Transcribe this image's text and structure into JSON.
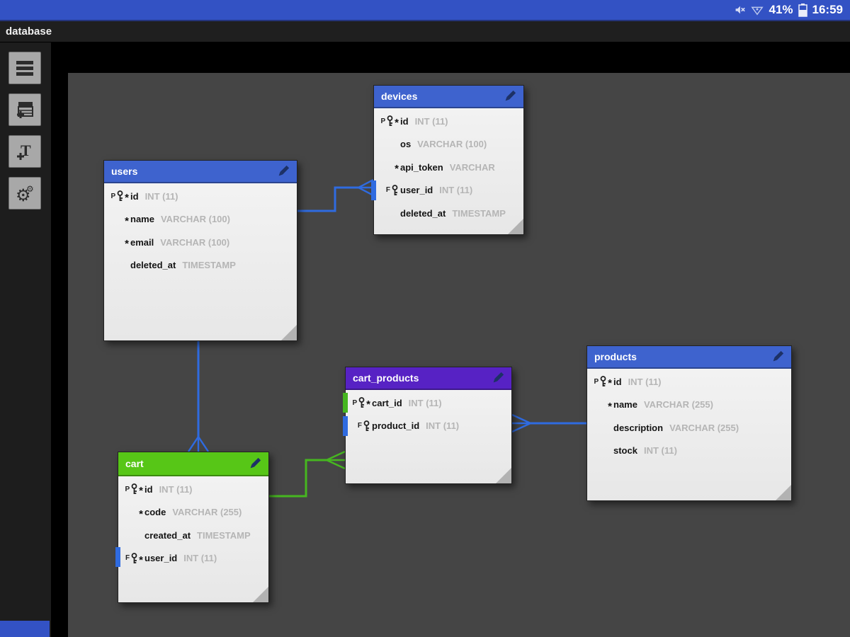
{
  "status_bar": {
    "battery_percent": "41%",
    "time": "16:59",
    "icons": [
      "mute-icon",
      "wifi-icon",
      "battery-icon"
    ]
  },
  "title_bar": {
    "title": "database"
  },
  "sidebar": {
    "buttons": [
      {
        "icon": "menu-icon"
      },
      {
        "icon": "add-table-icon"
      },
      {
        "icon": "add-text-icon"
      },
      {
        "icon": "settings-icon"
      }
    ]
  },
  "colors": {
    "header_blue": "#3e63ce",
    "header_purple": "#5722c4",
    "header_green": "#57c617",
    "line_blue": "#2f6be0",
    "line_green": "#46b620",
    "statusbar_blue": "#3352c4",
    "stub_blue": "#2f6be0",
    "stub_green": "#46b620"
  },
  "canvas": {
    "tables": [
      {
        "name": "users",
        "header_color": "#3e63ce",
        "fields": [
          {
            "letter": "P",
            "key": true,
            "star": true,
            "name": "id",
            "type": "INT (11)"
          },
          {
            "letter": "",
            "key": false,
            "star": true,
            "name": "name",
            "type": "VARCHAR (100)"
          },
          {
            "letter": "",
            "key": false,
            "star": true,
            "name": "email",
            "type": "VARCHAR (100)"
          },
          {
            "letter": "",
            "key": false,
            "star": false,
            "name": "deleted_at",
            "type": "TIMESTAMP"
          }
        ],
        "stubs": []
      },
      {
        "name": "devices",
        "header_color": "#3e63ce",
        "fields": [
          {
            "letter": "P",
            "key": true,
            "star": true,
            "name": "id",
            "type": "INT (11)"
          },
          {
            "letter": "",
            "key": false,
            "star": false,
            "name": "os",
            "type": "VARCHAR (100)"
          },
          {
            "letter": "",
            "key": false,
            "star": true,
            "name": "api_token",
            "type": "VARCHAR"
          },
          {
            "letter": "F",
            "key": true,
            "star": false,
            "name": "user_id",
            "type": "INT (11)"
          },
          {
            "letter": "",
            "key": false,
            "star": false,
            "name": "deleted_at",
            "type": "TIMESTAMP"
          }
        ],
        "stubs": [
          {
            "row": 3,
            "color": "#2f6be0"
          }
        ]
      },
      {
        "name": "cart_products",
        "header_color": "#5722c4",
        "fields": [
          {
            "letter": "P",
            "key": true,
            "star": true,
            "name": "cart_id",
            "type": "INT (11)"
          },
          {
            "letter": "F",
            "key": true,
            "star": false,
            "name": "product_id",
            "type": "INT (11)"
          }
        ],
        "stubs": [
          {
            "row": 0,
            "color": "#46b620"
          },
          {
            "row": 1,
            "color": "#2f6be0"
          }
        ]
      },
      {
        "name": "cart",
        "header_color": "#57c617",
        "fields": [
          {
            "letter": "P",
            "key": true,
            "star": true,
            "name": "id",
            "type": "INT (11)"
          },
          {
            "letter": "",
            "key": false,
            "star": true,
            "name": "code",
            "type": "VARCHAR (255)"
          },
          {
            "letter": "",
            "key": false,
            "star": false,
            "name": "created_at",
            "type": "TIMESTAMP"
          },
          {
            "letter": "F",
            "key": true,
            "star": true,
            "name": "user_id",
            "type": "INT (11)"
          }
        ],
        "stubs": [
          {
            "row": 3,
            "color": "#2f6be0"
          }
        ]
      },
      {
        "name": "products",
        "header_color": "#3e63ce",
        "fields": [
          {
            "letter": "P",
            "key": true,
            "star": true,
            "name": "id",
            "type": "INT (11)"
          },
          {
            "letter": "",
            "key": false,
            "star": true,
            "name": "name",
            "type": "VARCHAR (255)"
          },
          {
            "letter": "",
            "key": false,
            "star": false,
            "name": "description",
            "type": "VARCHAR (255)"
          },
          {
            "letter": "",
            "key": false,
            "star": false,
            "name": "stock",
            "type": "INT (11)"
          }
        ],
        "stubs": []
      }
    ],
    "connections": [
      {
        "from": "users",
        "to": "devices",
        "color_key": "line_blue"
      },
      {
        "from": "users",
        "to": "cart",
        "color_key": "line_blue"
      },
      {
        "from": "cart",
        "to": "cart_products",
        "color_key": "line_green"
      },
      {
        "from": "cart_products",
        "to": "products",
        "color_key": "line_blue"
      }
    ]
  }
}
